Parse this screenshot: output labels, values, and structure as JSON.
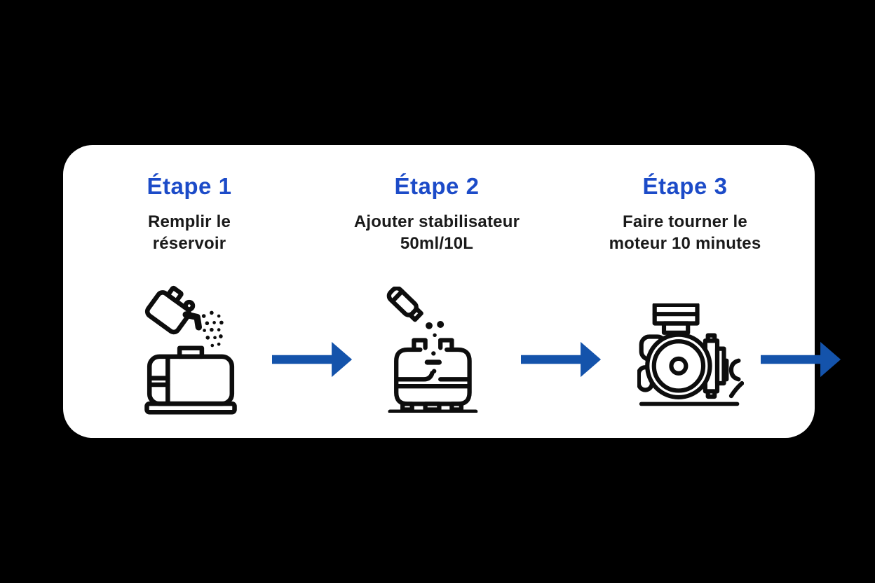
{
  "diagram": {
    "background_color": "#000000",
    "card_color": "#ffffff",
    "heading_color": "#1c4bc8",
    "arrow_color": "#1453ab",
    "text_color": "#1a1a1a",
    "icon_stroke_color": "#0d0d0d",
    "steps": [
      {
        "title": "Étape 1",
        "description": "Remplir le\nréservoir",
        "icon": "fuel-can-pouring-into-tank-icon"
      },
      {
        "title": "Étape 2",
        "description": "Ajouter stabilisateur\n50ml/10L",
        "icon": "bottle-pouring-into-tank-icon"
      },
      {
        "title": "Étape 3",
        "description": "Faire tourner le\nmoteur 10 minutes",
        "icon": "running-engine-icon"
      }
    ],
    "arrows": [
      "right-arrow-icon",
      "right-arrow-icon",
      "right-arrow-icon"
    ]
  }
}
